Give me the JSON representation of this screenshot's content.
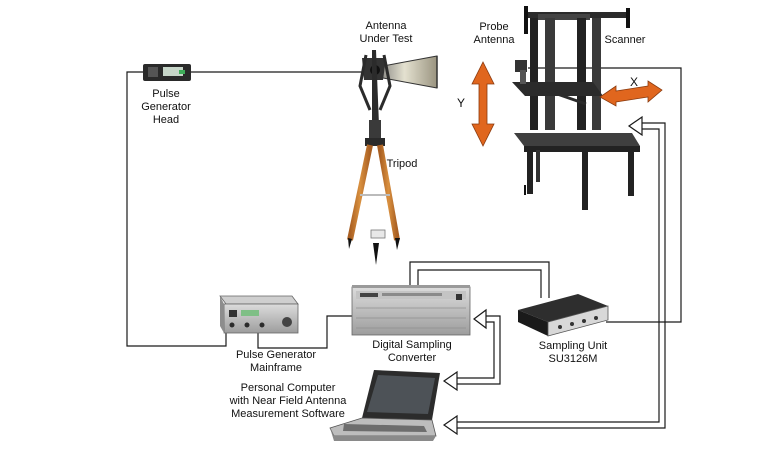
{
  "labels": {
    "antenna": [
      "Antenna",
      "Under Test"
    ],
    "probe": [
      "Probe",
      "Antenna"
    ],
    "scanner": "Scanner",
    "pulse_head": [
      "Pulse",
      "Generator",
      "Head"
    ],
    "tripod": "Tripod",
    "y_axis": "Y",
    "x_axis": "X",
    "pulse_mainframe": [
      "Pulse Generator",
      "Mainframe"
    ],
    "dsc": [
      "Digital Sampling",
      "Converter"
    ],
    "sampling_unit": [
      "Sampling Unit",
      "SU3126M"
    ],
    "pc": [
      "Personal Computer",
      "with Near Field Antenna",
      "Measurement Software"
    ]
  },
  "colors": {
    "arrow_orange": "#e0661e",
    "cable": "#1a1a1a",
    "tripod_wood": "#c8782e",
    "scanner_frame": "#2b2b2b",
    "instrument_gray": "#b9b9b9",
    "screen_green": "#3fae5a"
  }
}
